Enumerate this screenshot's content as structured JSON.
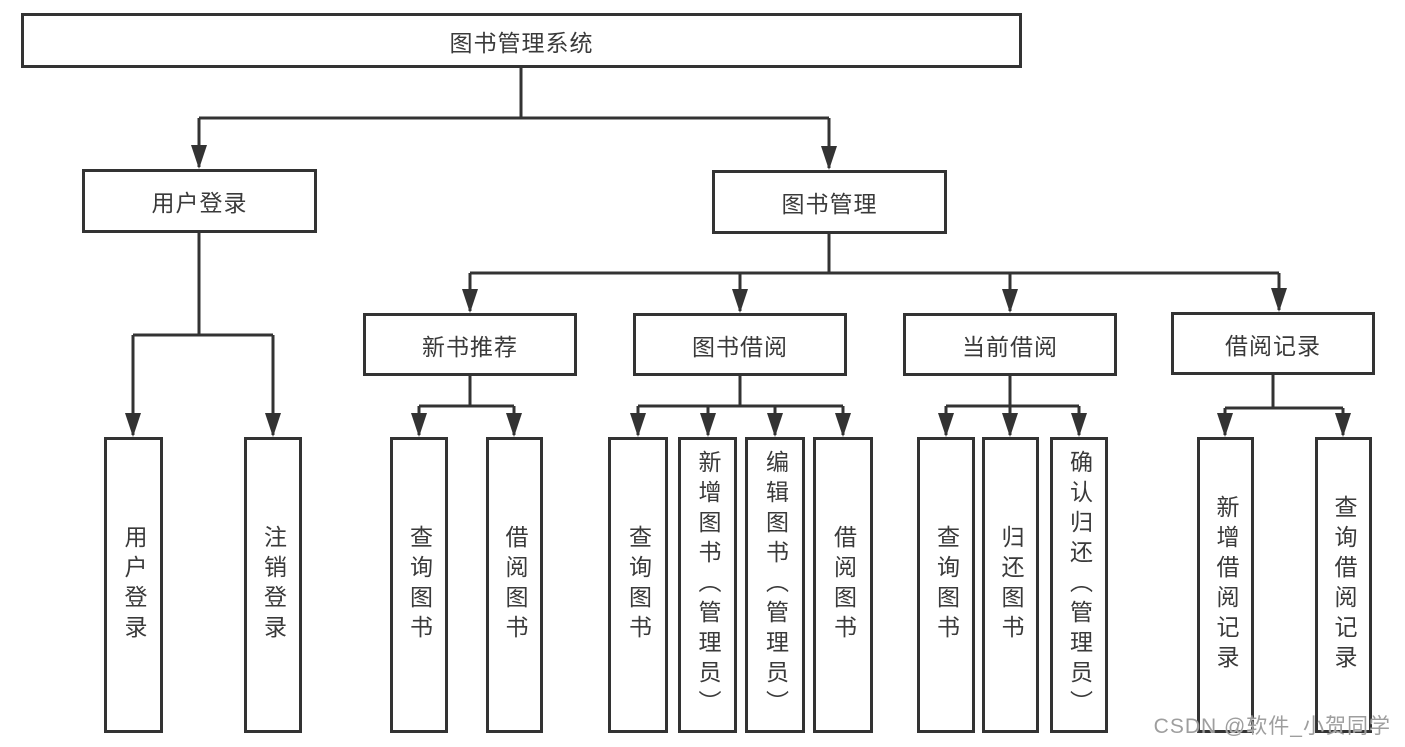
{
  "tree": {
    "root": {
      "label": "图书管理系统"
    },
    "branches": [
      {
        "label": "用户登录",
        "children": [
          {
            "label": "用户登录"
          },
          {
            "label": "注销登录"
          }
        ]
      },
      {
        "label": "图书管理",
        "children": [
          {
            "label": "新书推荐",
            "children": [
              {
                "label": "查询图书"
              },
              {
                "label": "借阅图书"
              }
            ]
          },
          {
            "label": "图书借阅",
            "children": [
              {
                "label": "查询图书"
              },
              {
                "label": "新增图书（管理员）"
              },
              {
                "label": "编辑图书（管理员）"
              },
              {
                "label": "借阅图书"
              }
            ]
          },
          {
            "label": "当前借阅",
            "children": [
              {
                "label": "查询图书"
              },
              {
                "label": "归还图书"
              },
              {
                "label": "确认归还（管理员）"
              }
            ]
          },
          {
            "label": "借阅记录",
            "children": [
              {
                "label": "新增借阅记录"
              },
              {
                "label": "查询借阅记录"
              }
            ]
          }
        ]
      }
    ]
  },
  "watermark": "CSDN @软件_小贺同学",
  "colors": {
    "line": "#333333",
    "text": "#3a3a3a",
    "background": "#ffffff",
    "watermark": "#969696"
  }
}
